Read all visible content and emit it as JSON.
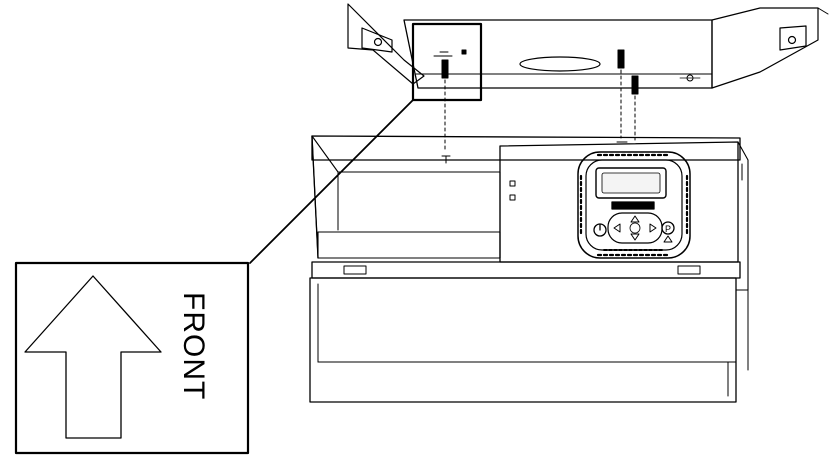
{
  "callout": {
    "label": "FRONT",
    "arrow_direction": "up"
  },
  "controller": {
    "icons": [
      "display-screen",
      "arrow-up-icon",
      "arrow-left-icon",
      "arrow-right-icon",
      "arrow-down-icon",
      "power-icon",
      "program-icon",
      "alarm-icon"
    ]
  },
  "colors": {
    "line": "#000000",
    "background": "#ffffff",
    "shade": "#eeeeee"
  }
}
